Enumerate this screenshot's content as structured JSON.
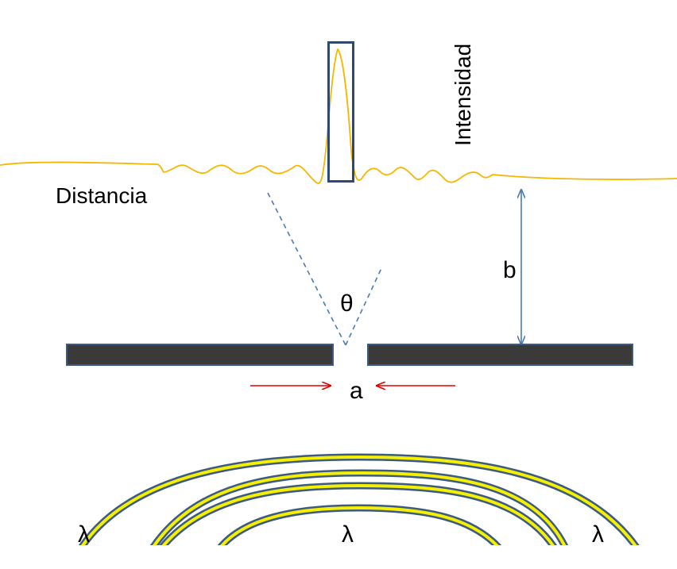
{
  "labels": {
    "intensity_axis": "Intensidad",
    "distance_axis": "Distancia",
    "screen_distance": "b",
    "angle": "θ",
    "slit_width": "a",
    "wavelength_left": "λ",
    "wavelength_center": "λ",
    "wavelength_right": "λ"
  },
  "colors": {
    "intensity_curve": "#F5B700",
    "intensity_box": "#2E4A73",
    "barrier_fill": "#3A3A3A",
    "barrier_stroke": "#3D5A80",
    "angle_lines": "#4A7AB0",
    "distance_arrow": "#4A7AB0",
    "slit_arrows": "#E00000",
    "wave_outer": "#3D5A80",
    "wave_inner": "#F5F000"
  }
}
